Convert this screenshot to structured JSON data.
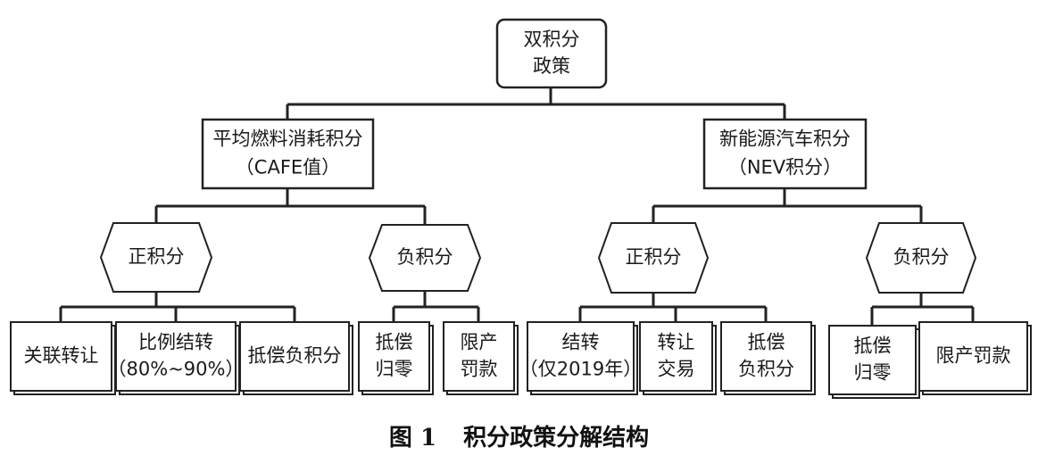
{
  "nodes": {
    "root": [
      "双积分",
      "政策"
    ],
    "cafe": [
      "平均燃料消耗积分",
      "（CAFE值）"
    ],
    "nev": [
      "新能源汽车积分",
      "（NEV积分）"
    ],
    "cafe_pos": [
      "正积分"
    ],
    "cafe_neg": [
      "负积分"
    ],
    "nev_pos": [
      "正积分"
    ],
    "nev_neg": [
      "负积分"
    ],
    "l1": [
      "关联转让"
    ],
    "l2": [
      "比例结转",
      "（80%~90%）"
    ],
    "l3": [
      "抵偿负积分"
    ],
    "l4": [
      "抵偿",
      "归零"
    ],
    "l5": [
      "限产",
      "罚款"
    ],
    "l6": [
      "结转",
      "（仅2019年）"
    ],
    "l7": [
      "转让",
      "交易"
    ],
    "l8": [
      "抵偿",
      "负积分"
    ],
    "l9": [
      "抵偿",
      "归零"
    ],
    "l10": [
      "限产罚款"
    ]
  },
  "caption": {
    "number": "图 1",
    "title": "积分政策分解结构"
  }
}
